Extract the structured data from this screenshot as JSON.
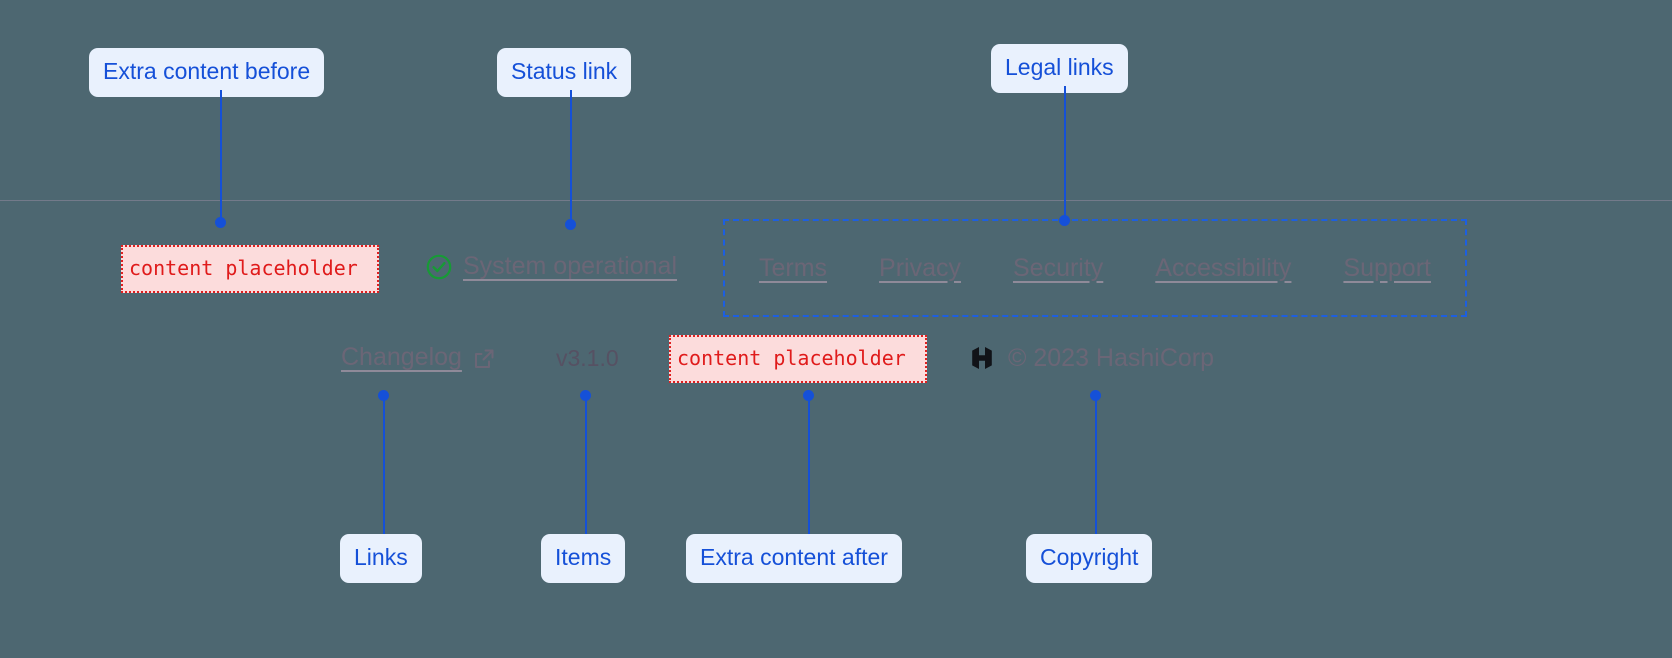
{
  "page": {
    "background_color": "#4d6771",
    "divider_color": "#aa96af",
    "annotation_color": "#1550d8",
    "annotation_bg": "#e9f1fd",
    "placeholder_text_color": "#e01b1b",
    "placeholder_bg": "#fcdcdc",
    "link_color": "#6b6676",
    "status_ok_color": "#179a36"
  },
  "footer": {
    "extra_content_before": {
      "text": "content placeholder"
    },
    "status": {
      "icon": "check-circle-icon",
      "label": "System operational"
    },
    "legal_links": [
      {
        "label": "Terms"
      },
      {
        "label": "Privacy"
      },
      {
        "label": "Security"
      },
      {
        "label": "Accessibility"
      },
      {
        "label": "Support"
      }
    ],
    "changelog": {
      "label": "Changelog",
      "icon": "external-link-icon"
    },
    "version": "v3.1.0",
    "extra_content_after": {
      "text": "content placeholder"
    },
    "copyright": {
      "logo": "hashicorp-logo",
      "text": "© 2023 HashiCorp"
    }
  },
  "annotations": [
    {
      "id": "extra-content-before",
      "label": "Extra content before"
    },
    {
      "id": "status-link",
      "label": "Status link"
    },
    {
      "id": "legal-links",
      "label": "Legal links"
    },
    {
      "id": "links",
      "label": "Links"
    },
    {
      "id": "items",
      "label": "Items"
    },
    {
      "id": "extra-content-after",
      "label": "Extra content after"
    },
    {
      "id": "copyright",
      "label": "Copyright"
    }
  ]
}
